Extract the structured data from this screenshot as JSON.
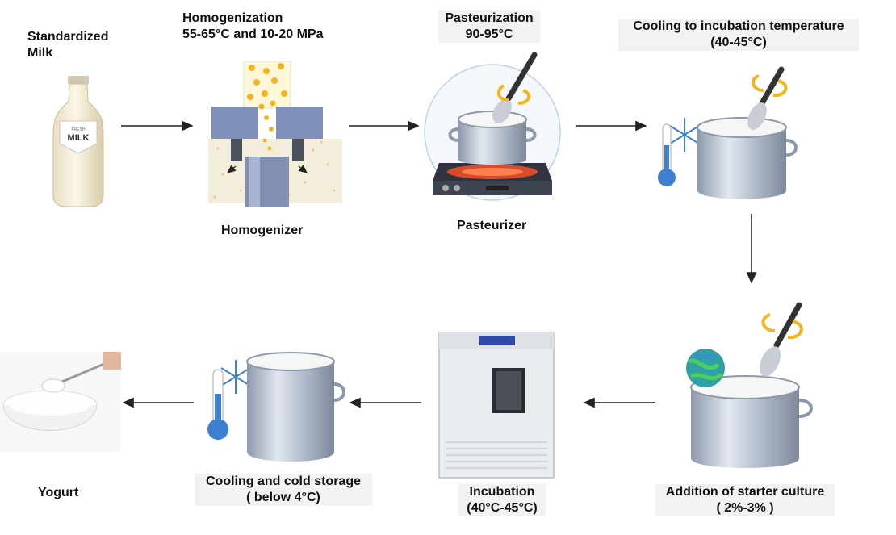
{
  "steps": {
    "milk": {
      "line1": "Standardized",
      "line2": "Milk",
      "bottle_label": "MILK",
      "bottle_small": "FRESH"
    },
    "homogenization": {
      "title": "Homogenization",
      "conditions": "55-65°C and 10-20 MPa",
      "device": "Homogenizer"
    },
    "pasteurization": {
      "title": "Pasteurization",
      "conditions": "90-95°C",
      "device": "Pasteurizer"
    },
    "cooling_incubation": {
      "title": "Cooling to incubation temperature",
      "conditions": "(40-45°C)"
    },
    "starter_culture": {
      "title": "Addition of starter culture",
      "conditions": "( 2%-3% )"
    },
    "incubation": {
      "title": "Incubation",
      "conditions": "(40°C-45°C)"
    },
    "cold_storage": {
      "title": "Cooling and cold storage",
      "conditions": "( below 4°C)"
    },
    "yogurt": {
      "title": "Yogurt"
    }
  },
  "colors": {
    "arrow": "#222222",
    "pot": "#9aa9bd",
    "stir_arrow": "#f2b51c",
    "thermometer": "#3f7fd1",
    "milk": "#f3ead2"
  }
}
